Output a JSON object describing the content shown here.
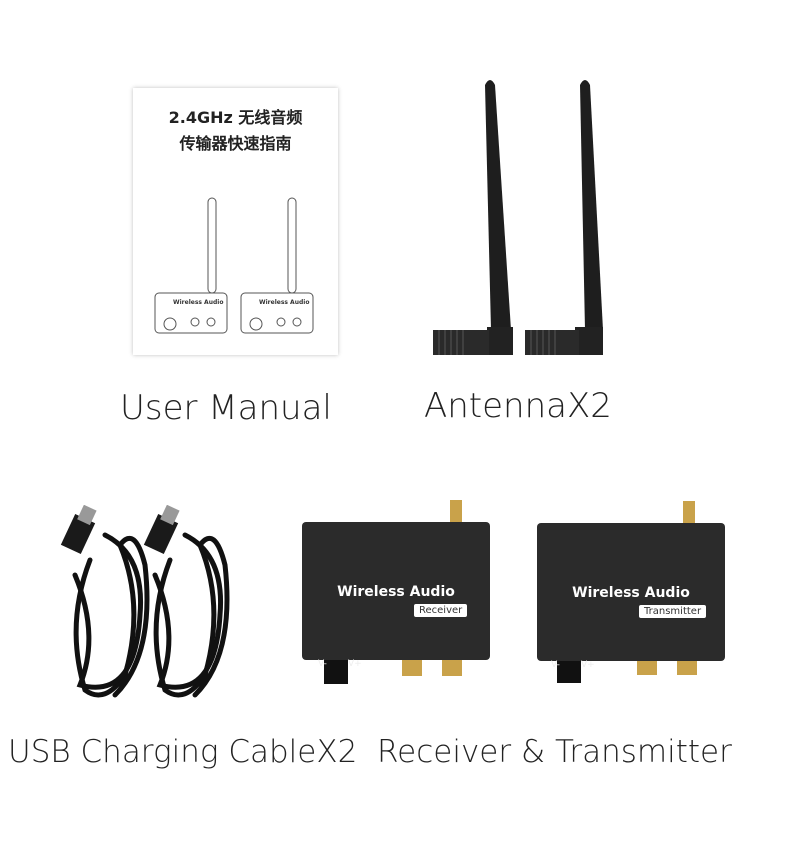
{
  "items": [
    {
      "label": "User Manual",
      "manual_title_line1": "2.4GHz 无线音频",
      "manual_title_line2": "传输器快速指南",
      "manual_device_text": "Wireless Audio"
    },
    {
      "label": "AntennaX2"
    },
    {
      "label": "USB Charging CableX2"
    },
    {
      "label": "Receiver & Transmitter"
    }
  ],
  "devices": [
    {
      "name": "Wireless Audio",
      "badge": "Receiver",
      "v_minus": "V-",
      "v_plus": "V+"
    },
    {
      "name": "Wireless Audio",
      "badge": "Transmitter",
      "v_minus": "V-",
      "v_plus": "V+"
    }
  ],
  "colors": {
    "device_body": "#2b2b2b",
    "gold": "#c9a24a",
    "antenna": "#1e1e1e"
  }
}
